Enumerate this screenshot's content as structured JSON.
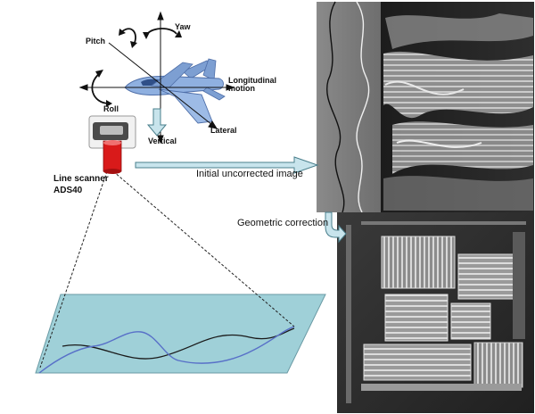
{
  "labels": {
    "yaw": "Yaw",
    "pitch": "Pitch",
    "longitudinal": "Longitudinal motion",
    "roll": "Roll",
    "lateral": "Lateral",
    "vertical": "Vertical",
    "scanner_line1": "Line scanner",
    "scanner_line2": "ADS40",
    "initial_image": "Initial uncorrected image",
    "geometric_correction": "Geometric correction"
  },
  "colors": {
    "plane_body": "#8fb0e0",
    "ground_plane": "#9fd0d8",
    "arrow_fill": "#c8e4ec",
    "arrow_stroke": "#4a7f8c",
    "path_blue": "#5870c8",
    "scanner_red": "#d91a1a"
  },
  "icons": [
    "airplane-icon",
    "line-scanner-icon",
    "rotation-arrow-icon"
  ]
}
